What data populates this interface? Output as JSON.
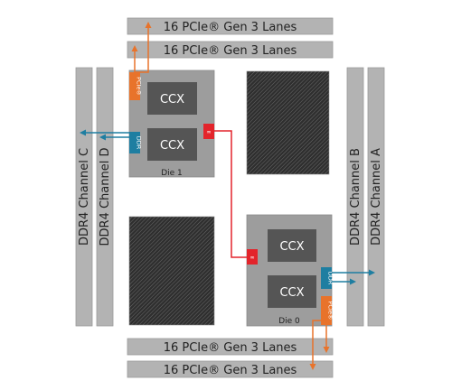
{
  "pcie_lanes": {
    "top": [
      "16 PCIe® Gen 3 Lanes",
      "16 PCIe® Gen 3 Lanes"
    ],
    "bottom": [
      "16 PCIe® Gen 3 Lanes",
      "16 PCIe® Gen 3 Lanes"
    ]
  },
  "ddr_channels": {
    "left": [
      "DDR4 Channel C",
      "DDR4 Channel D"
    ],
    "right": [
      "DDR4 Channel B",
      "DDR4 Channel A"
    ]
  },
  "dies": [
    {
      "label": "Die 1",
      "ccx": [
        "CCX",
        "CCX"
      ],
      "pcie_tag": "PCIe®",
      "ddr_tag": "DDR",
      "fabric_icon": "infinity-icon"
    },
    {
      "label": "Die 0",
      "ccx": [
        "CCX",
        "CCX"
      ],
      "pcie_tag": "PCIe®",
      "ddr_tag": "DDR",
      "fabric_icon": "infinity-icon"
    }
  ],
  "colors": {
    "pcie": "#e8732b",
    "ddr": "#1e7ea1",
    "fabric": "#e3242b",
    "bar": "#b3b3b3",
    "die": "#9d9d9d",
    "ccx": "#555555"
  }
}
